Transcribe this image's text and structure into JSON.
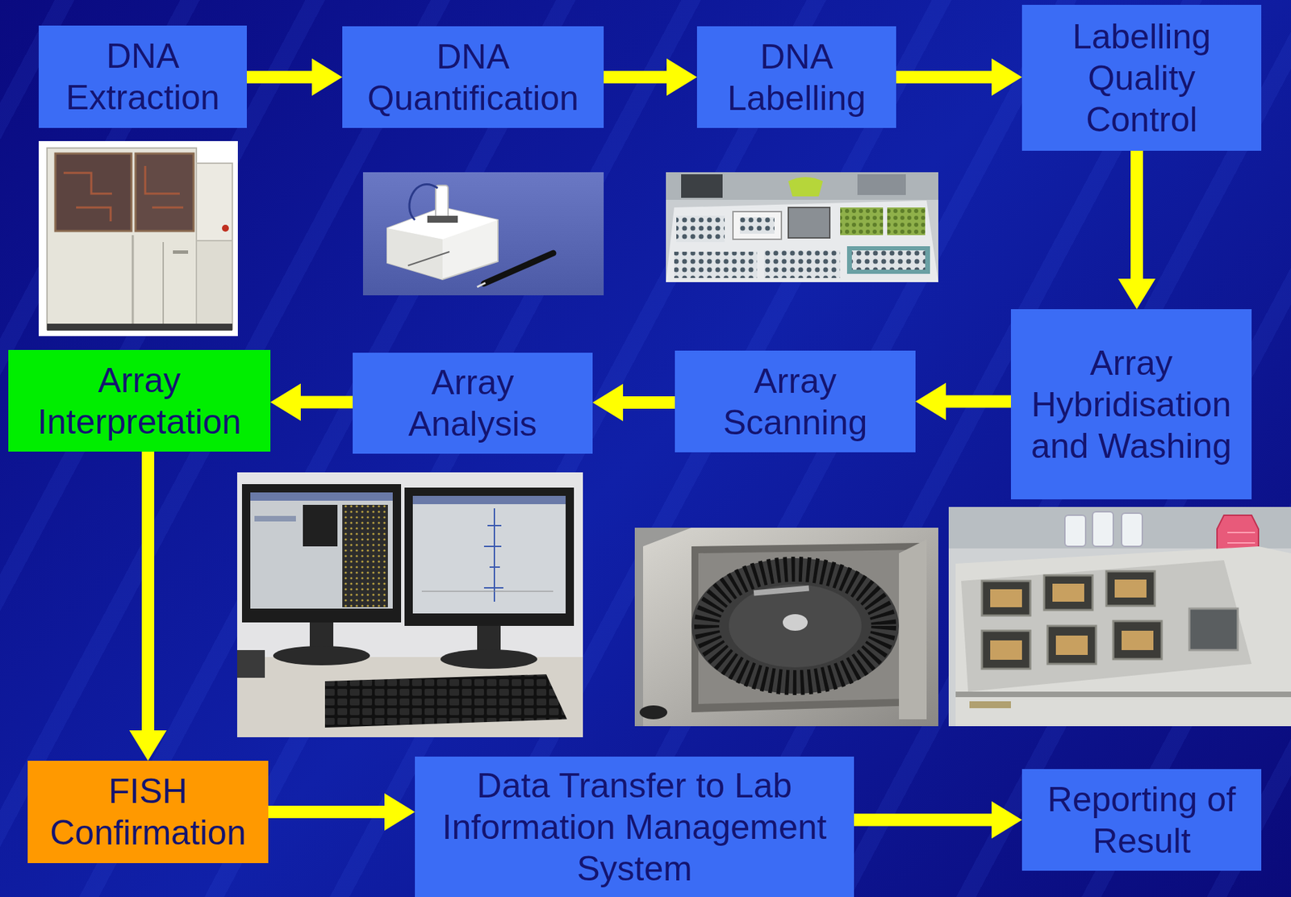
{
  "diagram": {
    "nodes": [
      {
        "text": [
          "DNA Extraction"
        ]
      },
      {
        "text": [
          "DNA Quantification"
        ]
      },
      {
        "text": [
          "DNA Labelling"
        ]
      },
      {
        "text": [
          "Labelling Quality Control"
        ]
      },
      {
        "text": [
          "Array Hybridisation and Washing"
        ]
      },
      {
        "text": [
          "Array Scanning"
        ]
      },
      {
        "text": [
          "Array Analysis"
        ]
      },
      {
        "text": [
          "Array Interpretation"
        ]
      },
      {
        "text": [
          "FISH Confirmation"
        ]
      },
      {
        "text": [
          "Data Transfer to Lab Information Management System"
        ]
      },
      {
        "text": [
          "Reporting of Result"
        ]
      }
    ],
    "edges": [
      {
        "from": 0,
        "to": 1,
        "arrow": "to"
      },
      {
        "from": 1,
        "to": 2,
        "arrow": "to"
      },
      {
        "from": 2,
        "to": 3,
        "arrow": "to"
      },
      {
        "from": 3,
        "to": 4,
        "arrow": "to"
      },
      {
        "from": 4,
        "to": 5,
        "arrow": "to"
      },
      {
        "from": 5,
        "to": 6,
        "arrow": "to"
      },
      {
        "from": 6,
        "to": 7,
        "arrow": "to"
      },
      {
        "from": 7,
        "to": 8,
        "arrow": "to"
      },
      {
        "from": 8,
        "to": 9,
        "arrow": "to"
      },
      {
        "from": 9,
        "to": 10,
        "arrow": "to"
      }
    ]
  }
}
